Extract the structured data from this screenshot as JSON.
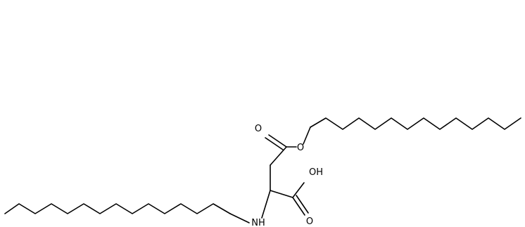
{
  "diagram": {
    "type": "skeletal-structure",
    "atom_labels": {
      "ester_carbonyl_oxygen": "O",
      "ester_oxygen": "O",
      "acid_hydroxyl": "OH",
      "acid_carbonyl_oxygen": "O",
      "amine": "NH"
    },
    "colors": {
      "bond": "#000000",
      "background": "#ffffff"
    }
  }
}
